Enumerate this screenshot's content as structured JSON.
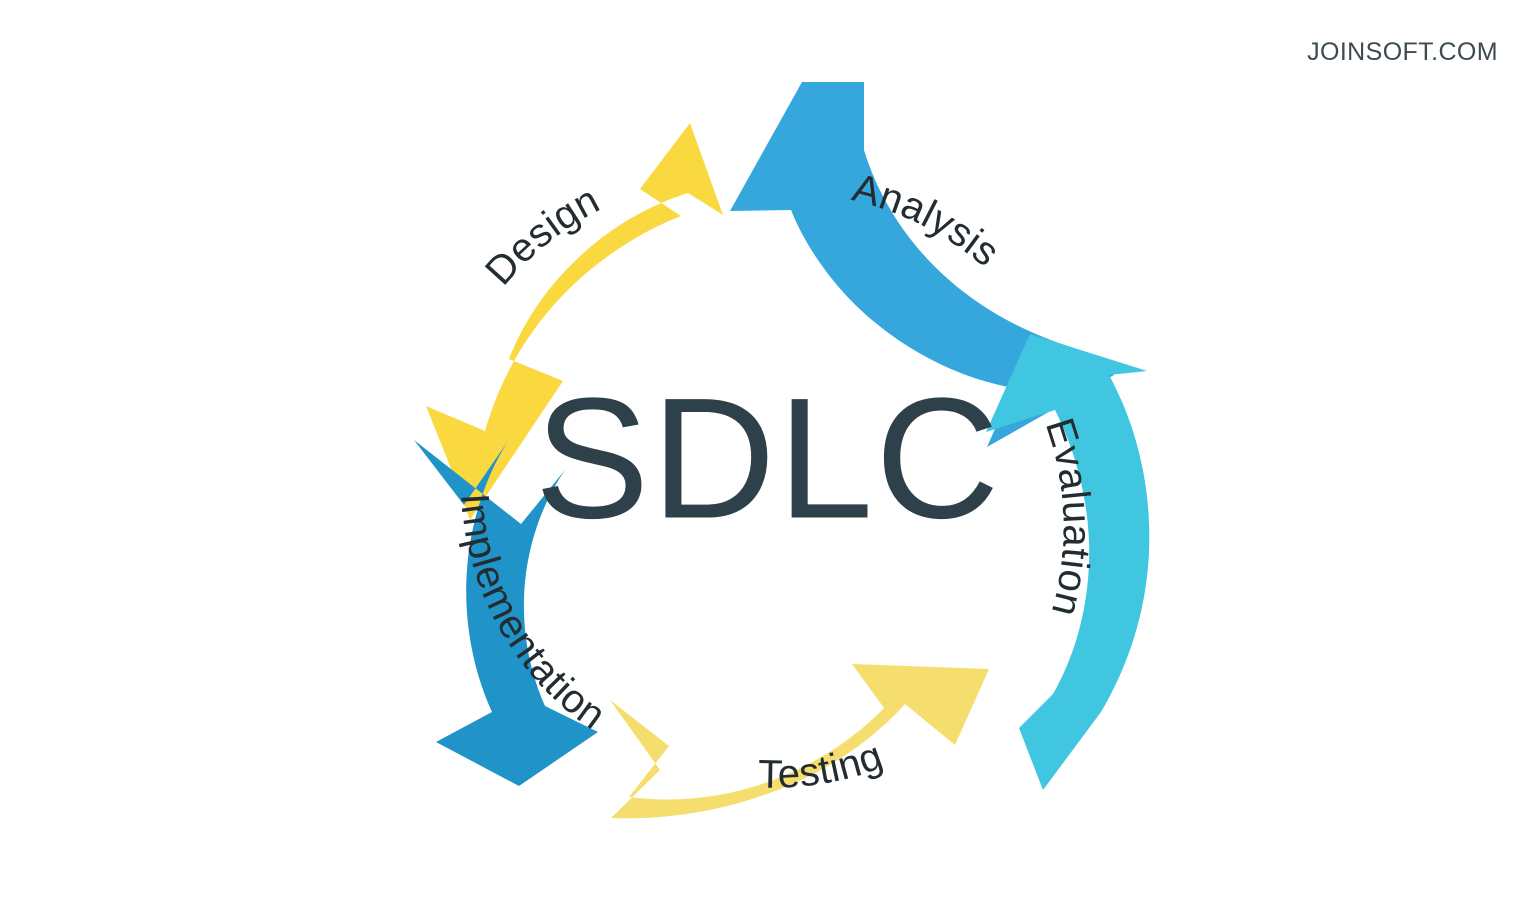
{
  "watermark": {
    "text": "JOINSOFT.COM",
    "color": "#3c4a52"
  },
  "center": {
    "title": "SDLC",
    "color": "#2e4049"
  },
  "diagram": {
    "type": "cycle",
    "direction": "counter-clockwise",
    "background": "#ffffff",
    "stage_count": 5
  },
  "stages": [
    {
      "id": "analysis",
      "label": "Analysis",
      "color": "#36a7dc",
      "position": "top-right",
      "points_to": "design",
      "order": 1
    },
    {
      "id": "design",
      "label": "Design",
      "color": "#fad940",
      "position": "top-left",
      "points_to": "implementation",
      "order": 2
    },
    {
      "id": "implementation",
      "label": "Implementation",
      "color": "#2093c9",
      "position": "left-bottom",
      "points_to": "testing",
      "order": 3
    },
    {
      "id": "testing",
      "label": "Testing",
      "color": "#f5de6e",
      "position": "bottom",
      "points_to": "evaluation",
      "order": 4
    },
    {
      "id": "evaluation",
      "label": "Evaluation",
      "color": "#41c6e2",
      "position": "right",
      "points_to": "analysis",
      "order": 5
    }
  ]
}
